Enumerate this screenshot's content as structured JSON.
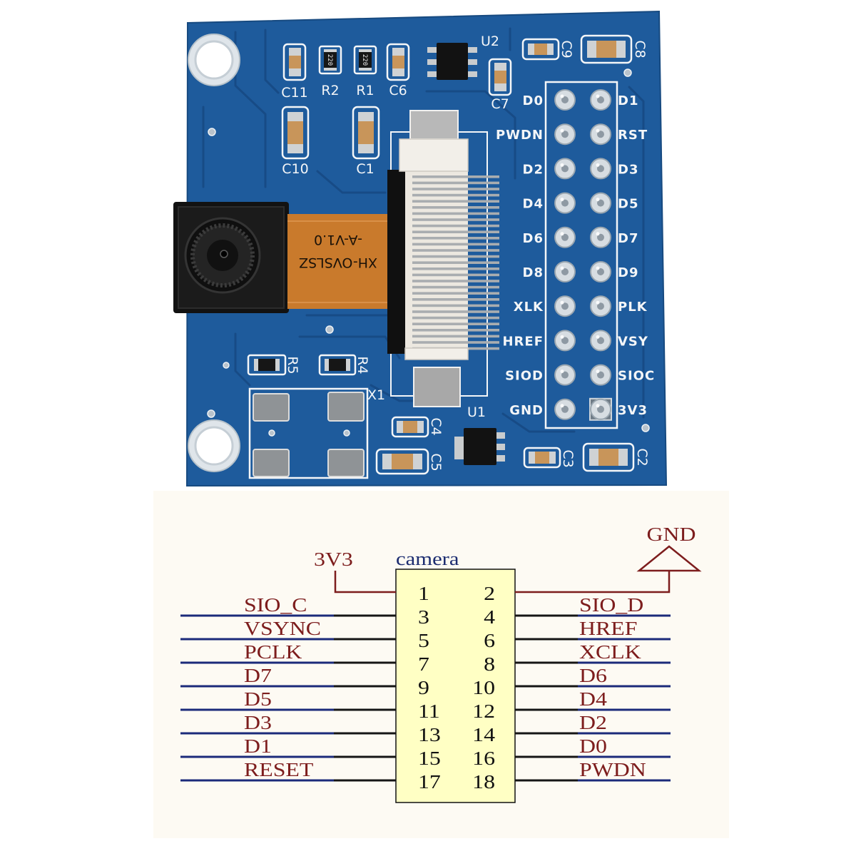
{
  "board": {
    "labels": {
      "c11": "C11",
      "r2": "R2",
      "r1": "R1",
      "c6": "C6",
      "u2": "U2",
      "c9": "C9",
      "c8": "C8",
      "c7": "C7",
      "c10": "C10",
      "c1": "C1",
      "r5": "R5",
      "r4": "R4",
      "x1": "X1",
      "c4": "C4",
      "u1": "U1",
      "c5": "C5",
      "c3": "C3",
      "c2": "C2"
    },
    "resistor_marking": "220",
    "flex_cable_text": [
      "XH-OVSLSZ",
      "-A-V1.0"
    ],
    "header": {
      "left": [
        "D0",
        "PWDN",
        "D2",
        "D4",
        "D6",
        "D8",
        "XLK",
        "HREF",
        "SIOD",
        "GND"
      ],
      "right": [
        "D1",
        "RST",
        "D3",
        "D5",
        "D7",
        "D9",
        "PLK",
        "VSY",
        "SIOC",
        "3V3"
      ]
    }
  },
  "schematic": {
    "part_name": "camera",
    "supply_label": "3V3",
    "ground_label": "GND",
    "pins": {
      "odd": [
        "1",
        "3",
        "5",
        "7",
        "9",
        "11",
        "13",
        "15",
        "17"
      ],
      "even": [
        "2",
        "4",
        "6",
        "8",
        "10",
        "12",
        "14",
        "16",
        "18"
      ]
    },
    "left_nets": [
      "SIO_C",
      "VSYNC",
      "PCLK",
      "D7",
      "D5",
      "D3",
      "D1",
      "RESET"
    ],
    "right_nets": [
      "SIO_D",
      "HREF",
      "XCLK",
      "D6",
      "D4",
      "D2",
      "D0",
      "PWDN"
    ]
  },
  "colors": {
    "board": "#1e5b9c",
    "silkscreen": "#f4f6f8",
    "flex_cable": "#c97a2c",
    "net_label": "#7d1d1d",
    "wire": "#1b2a7a",
    "part_body": "#ffffc4",
    "part_name": "#1c2c70"
  }
}
